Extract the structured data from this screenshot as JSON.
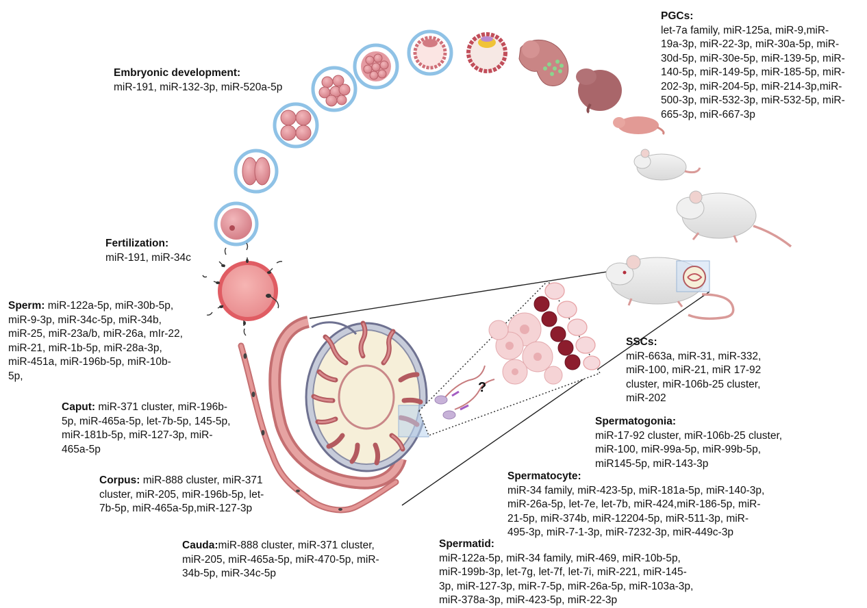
{
  "labels": {
    "embryonic": {
      "title": "Embryonic development:",
      "lines": [
        "miR-191, miR-132-3p, miR-520a-5p"
      ]
    },
    "fertilization": {
      "title": "Fertilization:",
      "lines": [
        "miR-191, miR-34c"
      ]
    },
    "pgcs": {
      "title": "PGCs:",
      "lines": [
        "let-7a family, miR-125a, miR-9,miR-",
        "19a-3p, miR-22-3p, miR-30a-5p, miR-",
        "30d-5p, miR-30e-5p, miR-139-5p, miR-",
        "140-5p, miR-149-5p, miR-185-5p, miR-",
        "202-3p, miR-204-5p, miR-214-3p,miR-",
        "500-3p, miR-532-3p, miR-532-5p, miR-",
        "665-3p, miR-667-3p"
      ]
    },
    "sperm": {
      "title": "Sperm:",
      "first": " miR-122a-5p, miR-30b-5p,",
      "lines": [
        "miR-9-3p, miR-34c-5p, miR-34b,",
        "miR-25, miR-23a/b, miR-26a, mIr-22,",
        "miR-21, miR-1b-5p, miR-28a-3p,",
        "miR-451a, miR-196b-5p, miR-10b-",
        "5p,"
      ]
    },
    "caput": {
      "title": "Caput:",
      "first": " miR-371 cluster, miR-196b-",
      "lines": [
        "5p, miR-465a-5p, let-7b-5p, 145-5p,",
        "miR-181b-5p, miR-127-3p, miR-",
        "465a-5p"
      ]
    },
    "corpus": {
      "title": "Corpus:",
      "first": " miR-888 cluster, miR-371",
      "lines": [
        "cluster, miR-205, miR-196b-5p, let-",
        "7b-5p, miR-465a-5p,miR-127-3p"
      ]
    },
    "cauda": {
      "title": "Cauda:",
      "first": "miR-888 cluster, miR-371 cluster,",
      "lines": [
        "miR-205, miR-465a-5p, miR-470-5p, miR-",
        "34b-5p, miR-34c-5p"
      ]
    },
    "sscs": {
      "title": "SSCs:",
      "lines": [
        "miR-663a, miR-31, miR-332,",
        "miR-100, miR-21, miR 17-92",
        "cluster, miR-106b-25 cluster,",
        "miR-202"
      ]
    },
    "spermatogonia": {
      "title": "Spermatogonia:",
      "lines": [
        "miR-17-92 cluster, miR-106b-25 cluster,",
        "miR-100, miR-99a-5p, miR-99b-5p,",
        "miR145-5p, miR-143-3p"
      ]
    },
    "spermatocyte": {
      "title": "Spermatocyte:",
      "lines": [
        "miR-34 family, miR-423-5p, miR-181a-5p, miR-140-3p,",
        "miR-26a-5p, let-7e, let-7b, miR-424,miR-186-5p, miR-",
        "21-5p, miR-374b, miR-12204-5p, miR-511-3p, miR-",
        "495-3p, miR-7-1-3p, miR-7232-3p, miR-449c-3p"
      ]
    },
    "spermatid": {
      "title": "Spermatid:",
      "lines": [
        "miR-122a-5p, miR-34 family, miR-469, miR-10b-5p,",
        "miR-199b-3p, let-7g, let-7f, let-7i, miR-221, miR-145-",
        "3p, miR-127-3p, miR-7-5p, miR-26a-5p, miR-103a-3p,",
        "miR-378a-3p, miR-423-5p, miR-22-3p"
      ]
    }
  },
  "question_mark": "?",
  "colors": {
    "cell_fill": "#e08f97",
    "cell_dark": "#c0565f",
    "zona": "#8fc2e6",
    "egg_rim": "#e05c63",
    "mouse_body": "#ececec",
    "mouse_pink": "#d99a98",
    "testis_outline": "#6e7190"
  },
  "icons": [
    "zygote",
    "two-cell-embryo",
    "four-cell-embryo",
    "morula",
    "blastocyst",
    "embryo",
    "fetus",
    "newborn-mouse",
    "juvenile-mouse",
    "adult-mouse",
    "egg-with-sperm",
    "epididymis-testis",
    "seminiferous-tubule-zoom",
    "sperm-cells",
    "mouse-with-testis"
  ]
}
